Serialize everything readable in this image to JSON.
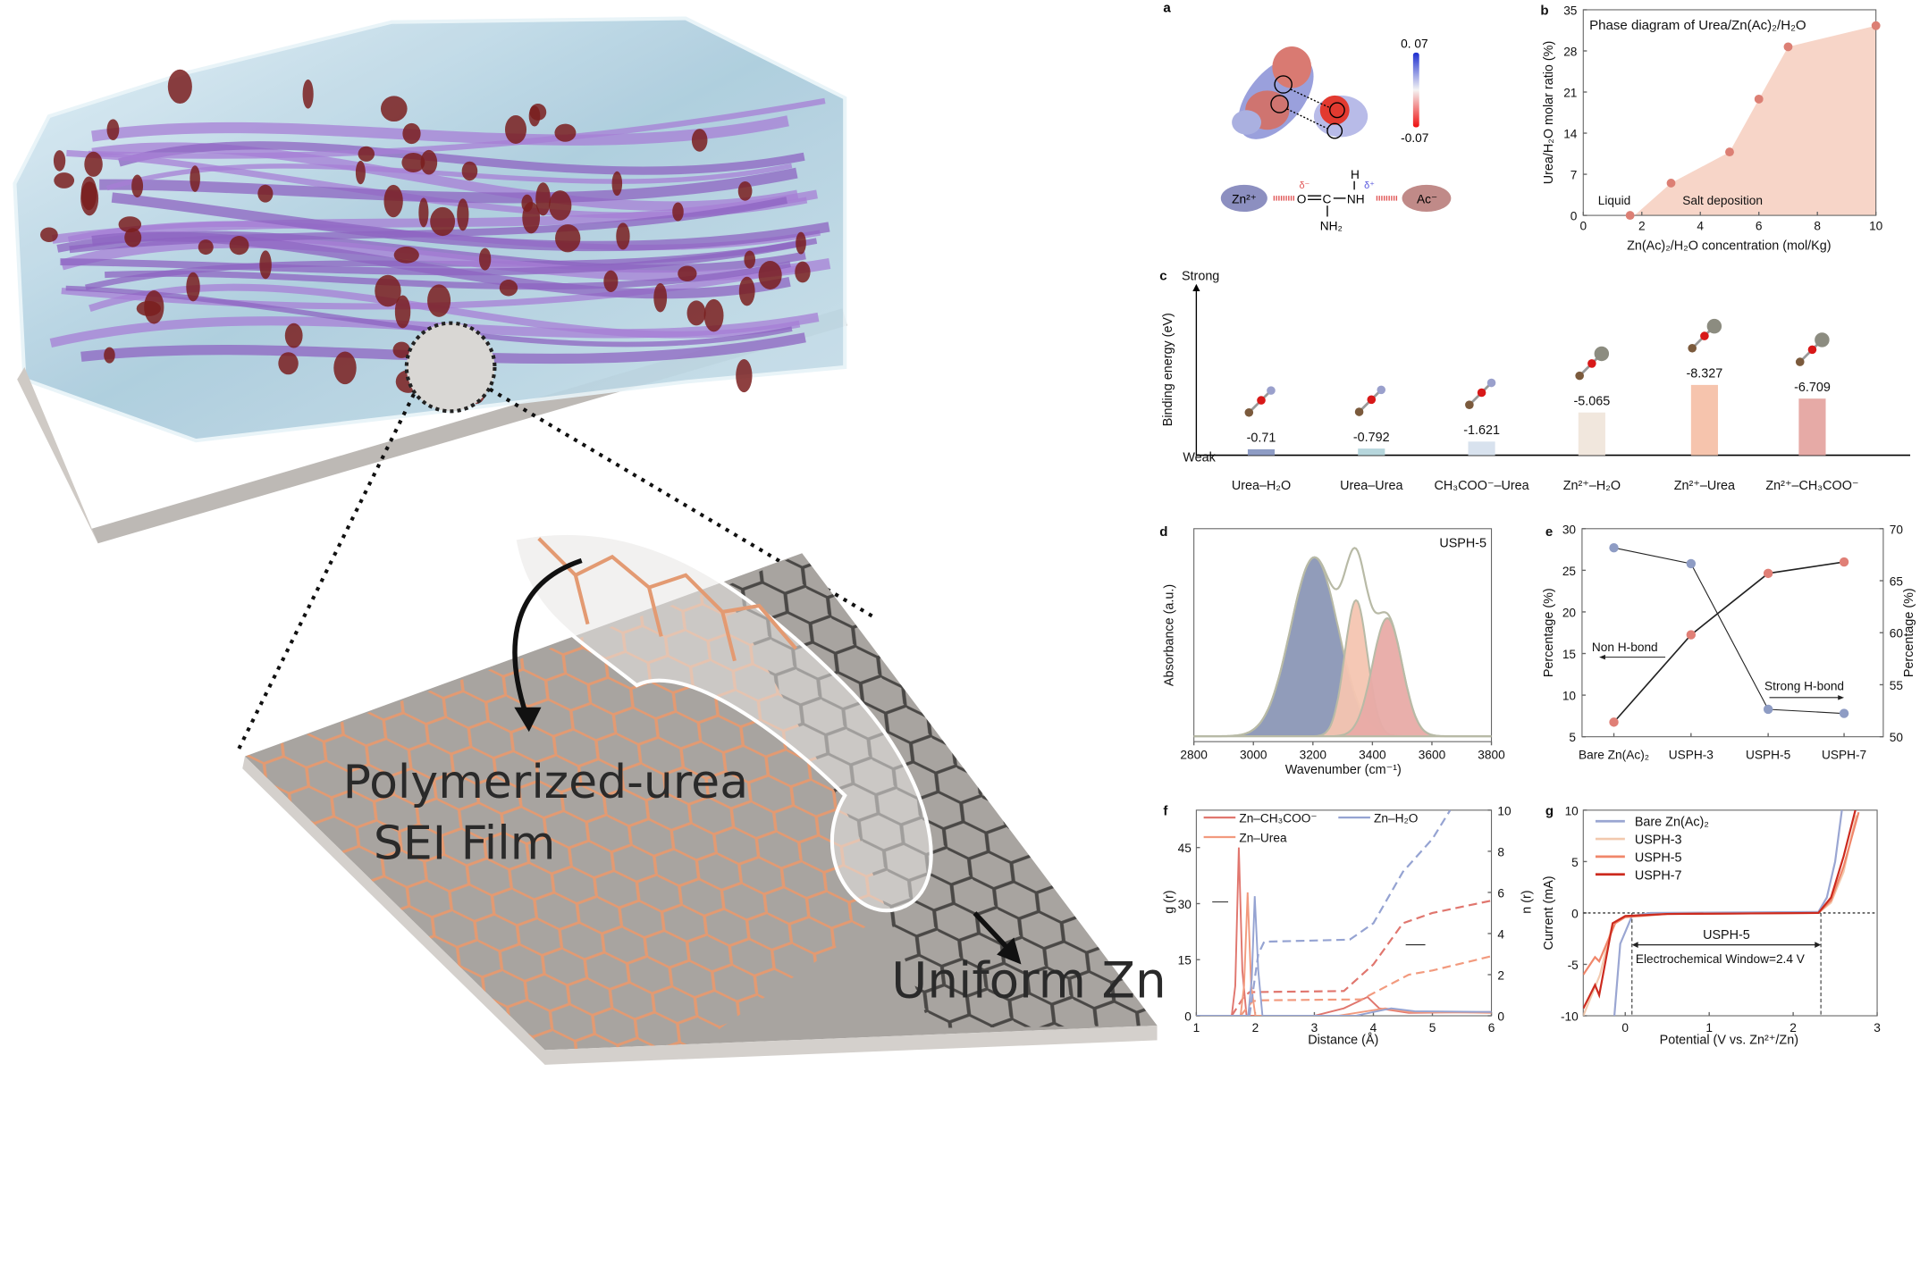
{
  "illustration": {
    "film_label_line1": "Polymerized-urea",
    "film_label_line2": "SEI Film",
    "zn_label": "Uniform Zn"
  },
  "panel_letters": {
    "a": "a",
    "b": "b",
    "c": "c",
    "d": "d",
    "e": "e",
    "f": "f",
    "g": "g"
  },
  "panel_a": {
    "colorbar_max": "0. 07",
    "colorbar_min": "-0.07",
    "zn_label": "Zn²⁺",
    "ac_label": "Ac⁻",
    "delta_o": "δ⁻",
    "delta_h": "δ⁺",
    "atom_o": "O",
    "atom_c": "C",
    "atom_nh": "NH",
    "atom_h": "H",
    "atom_nh2": "NH₂",
    "colors": {
      "positive": "#2233cc",
      "negative": "#e01010",
      "zn": "#8c8fc0",
      "ac": "#c08a88"
    }
  },
  "chart_data": [
    {
      "panel": "b",
      "type": "area",
      "title": "Phase diagram of Urea/Zn(Ac)₂/H₂O",
      "xlabel": "Zn(Ac)₂/H₂O concentration (mol/Kg)",
      "ylabel": "Urea/H₂O molar ratio (%)",
      "xlim": [
        0,
        10
      ],
      "ylim": [
        0,
        35
      ],
      "xticks": [
        0,
        2,
        4,
        6,
        8,
        10
      ],
      "yticks": [
        0,
        7,
        14,
        21,
        28,
        35
      ],
      "x": [
        1.6,
        3,
        5,
        6,
        7,
        10
      ],
      "y": [
        0,
        5.5,
        10.8,
        19.8,
        28.7,
        32.3
      ],
      "annotations": {
        "liquid": "Liquid",
        "salt": "Salt deposition"
      },
      "colors": {
        "point": "#dc7f74",
        "fill": "#f7d5c8"
      }
    },
    {
      "panel": "c",
      "type": "bar",
      "ylabel": "Binding energy (eV)",
      "top_label": "Strong",
      "bottom_label": "Weak",
      "categories": [
        "Urea–H₂O",
        "Urea–Urea",
        "CH₃COO⁻–Urea",
        "Zn²⁺–H₂O",
        "Zn²⁺–Urea",
        "Zn²⁺–CH₃COO⁻"
      ],
      "values": [
        -0.71,
        -0.792,
        -1.621,
        -5.065,
        -8.327,
        -6.709
      ],
      "value_labels": [
        "-0.71",
        "-0.792",
        "-1.621",
        "-5.065",
        "-8.327",
        "-6.709"
      ],
      "colors": [
        "#8e9cc4",
        "#b6d6dc",
        "#d8e2ee",
        "#f1e7dd",
        "#f6c4ad",
        "#e6aaa6"
      ]
    },
    {
      "panel": "d",
      "type": "area",
      "label": "USPH-5",
      "xlabel": "Wavenumber (cm⁻¹)",
      "ylabel": "Absorbance (a.u.)",
      "xlim": [
        2800,
        3800
      ],
      "xticks": [
        2800,
        3000,
        3200,
        3400,
        3600,
        3800
      ],
      "components": [
        {
          "center": 3205,
          "amplitude": 1.0,
          "sigma": 80,
          "color": "#8b97b6"
        },
        {
          "center": 3345,
          "amplitude": 0.76,
          "sigma": 38,
          "color": "#f4c5b1"
        },
        {
          "center": 3450,
          "amplitude": 0.66,
          "sigma": 50,
          "color": "#e8aba6"
        }
      ],
      "envelope_color": "#b8baa6"
    },
    {
      "panel": "e",
      "type": "line",
      "categories": [
        "Bare Zn(Ac)₂",
        "USPH-3",
        "USPH-5",
        "USPH-7"
      ],
      "ylabel_left": "Percentage (%)",
      "ylabel_right": "Percentage (%)",
      "ylim_left": [
        5,
        30
      ],
      "yticks_left": [
        5,
        10,
        15,
        20,
        25,
        30
      ],
      "ylim_right": [
        50,
        70
      ],
      "yticks_right": [
        50,
        55,
        60,
        65,
        70
      ],
      "series": [
        {
          "name": "Non H-bond",
          "axis": "left",
          "values": [
            27.7,
            25.8,
            8.3,
            7.8
          ],
          "color": "#8e9cc4"
        },
        {
          "name": "Strong H-bond",
          "axis": "right",
          "values": [
            51.4,
            59.8,
            65.7,
            66.8
          ],
          "color": "#e07f76"
        }
      ]
    },
    {
      "panel": "f",
      "type": "line",
      "xlabel": "Distance (Å)",
      "ylabel_left": "g (r)",
      "ylabel_right": "n (r)",
      "xlim": [
        1,
        6
      ],
      "xticks": [
        1,
        2,
        3,
        4,
        5,
        6
      ],
      "ylim_left": [
        0,
        55
      ],
      "yticks_left": [
        0,
        15,
        30,
        45
      ],
      "ylim_right": [
        0,
        10
      ],
      "yticks_right": [
        0,
        2,
        4,
        6,
        8,
        10
      ],
      "series": [
        {
          "name": "Zn–CH₃COO⁻",
          "color": "#e0766e",
          "g": [
            [
              1,
              0
            ],
            [
              1.6,
              0
            ],
            [
              1.66,
              8
            ],
            [
              1.72,
              45
            ],
            [
              1.78,
              12
            ],
            [
              1.85,
              0
            ],
            [
              3,
              0
            ],
            [
              3.5,
              2
            ],
            [
              3.9,
              5
            ],
            [
              4.1,
              2
            ],
            [
              4.6,
              0.8
            ],
            [
              6,
              1
            ]
          ],
          "n": [
            [
              1.6,
              0
            ],
            [
              1.8,
              0.9
            ],
            [
              1.9,
              1.15
            ],
            [
              3.5,
              1.2
            ],
            [
              4,
              2.5
            ],
            [
              4.5,
              4.5
            ],
            [
              5,
              5
            ],
            [
              6,
              5.6
            ]
          ]
        },
        {
          "name": "Zn–Urea",
          "color": "#f29a7e",
          "g": [
            [
              1,
              0
            ],
            [
              1.75,
              0
            ],
            [
              1.81,
              8
            ],
            [
              1.87,
              33
            ],
            [
              1.93,
              8
            ],
            [
              2.0,
              0
            ],
            [
              3.4,
              0
            ],
            [
              3.8,
              1
            ],
            [
              4.2,
              2
            ],
            [
              4.6,
              1
            ],
            [
              6,
              0.8
            ]
          ],
          "n": [
            [
              1.75,
              0
            ],
            [
              1.95,
              0.7
            ],
            [
              2.05,
              0.75
            ],
            [
              3.8,
              0.8
            ],
            [
              4.2,
              1.4
            ],
            [
              4.6,
              2.0
            ],
            [
              5,
              2.2
            ],
            [
              6,
              2.9
            ]
          ]
        },
        {
          "name": "Zn–H₂O",
          "color": "#95a3d2",
          "g": [
            [
              1,
              0
            ],
            [
              1.88,
              0
            ],
            [
              1.94,
              10
            ],
            [
              1.99,
              32
            ],
            [
              2.05,
              12
            ],
            [
              2.12,
              0
            ],
            [
              3.7,
              0
            ],
            [
              4.0,
              1
            ],
            [
              4.3,
              2
            ],
            [
              4.7,
              1.2
            ],
            [
              6,
              1
            ]
          ],
          "n": [
            [
              1.9,
              0
            ],
            [
              2.05,
              3.0
            ],
            [
              2.15,
              3.6
            ],
            [
              3.6,
              3.7
            ],
            [
              4.0,
              4.5
            ],
            [
              4.5,
              7
            ],
            [
              5,
              8.6
            ],
            [
              5.3,
              10
            ]
          ]
        }
      ]
    },
    {
      "panel": "g",
      "type": "line",
      "xlabel": "Potential (V vs. Zn²⁺/Zn)",
      "ylabel": "Current (mA)",
      "xlim": [
        -0.5,
        3
      ],
      "xticks": [
        0,
        1,
        2,
        3
      ],
      "ylim": [
        -10,
        10
      ],
      "yticks": [
        -10,
        -5,
        0,
        5,
        10
      ],
      "window_label": "USPH-5",
      "window_text": "Electrochemical Window=2.4 V",
      "window": [
        0.08,
        2.33
      ],
      "series": [
        {
          "name": "Bare Zn(Ac)₂",
          "color": "#9aa6d2",
          "points": [
            [
              -0.13,
              -10
            ],
            [
              -0.06,
              -3
            ],
            [
              0.08,
              -0.3
            ],
            [
              0.3,
              0
            ],
            [
              2.3,
              0.1
            ],
            [
              2.4,
              1.5
            ],
            [
              2.5,
              5
            ],
            [
              2.58,
              10
            ]
          ]
        },
        {
          "name": "USPH-3",
          "color": "#f2c9ae",
          "points": [
            [
              -0.5,
              -10
            ],
            [
              -0.3,
              -6
            ],
            [
              -0.15,
              -1
            ],
            [
              0,
              -0.3
            ],
            [
              0.5,
              -0.1
            ],
            [
              2.3,
              0
            ],
            [
              2.45,
              1
            ],
            [
              2.6,
              4
            ],
            [
              2.75,
              9.5
            ]
          ]
        },
        {
          "name": "USPH-5",
          "color": "#f0866a",
          "points": [
            [
              -0.5,
              -6
            ],
            [
              -0.36,
              -4.3
            ],
            [
              -0.31,
              -4.7
            ],
            [
              -0.12,
              -1
            ],
            [
              0,
              -0.4
            ],
            [
              0.5,
              -0.1
            ],
            [
              2.3,
              0
            ],
            [
              2.45,
              1.2
            ],
            [
              2.6,
              4.5
            ],
            [
              2.78,
              9.8
            ]
          ]
        },
        {
          "name": "USPH-7",
          "color": "#cc2a1e",
          "points": [
            [
              -0.5,
              -9.3
            ],
            [
              -0.36,
              -7
            ],
            [
              -0.31,
              -8
            ],
            [
              -0.15,
              -1
            ],
            [
              0,
              -0.3
            ],
            [
              0.5,
              -0.1
            ],
            [
              2.3,
              0
            ],
            [
              2.45,
              1.5
            ],
            [
              2.6,
              5.5
            ],
            [
              2.74,
              10
            ]
          ]
        }
      ]
    }
  ]
}
